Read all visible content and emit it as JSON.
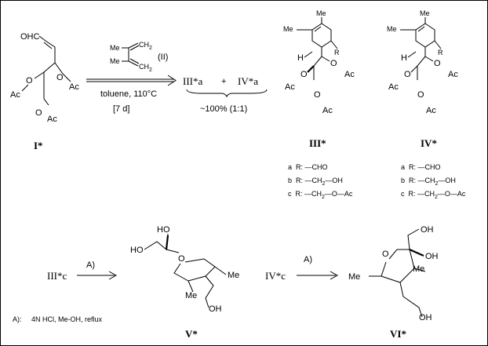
{
  "compound1": {
    "label": "I*",
    "aldehyde": "OHC",
    "sub_oac_right": "O",
    "sub_ac_right": "Ac",
    "sub_o_left": "O",
    "sub_ac_left": "Ac",
    "sub_o_bottom": "O",
    "sub_ac_bottom": "Ac"
  },
  "reagent": {
    "me_top": "Me",
    "me_bottom": "Me",
    "ch2_top": "CH",
    "ch2_top_sub": "2",
    "ch2_bottom": "CH",
    "ch2_bottom_sub": "2",
    "label": "(II)",
    "solvent": "toluene, 110°C",
    "time": "[7 d]"
  },
  "product_mix": {
    "a1": "III*a",
    "plus": "+",
    "a2": "IV*a",
    "yield": "~100% (1:1)"
  },
  "compound3": {
    "label": "III*",
    "me_top": "Me",
    "me_left": "Me",
    "r": "R",
    "h": "H",
    "o1": "O",
    "ac1": "Ac",
    "o2": "O",
    "ac2": "Ac",
    "o3": "O",
    "ac3": "Ac"
  },
  "compound4": {
    "label": "IV*",
    "me_top": "Me",
    "me_left": "Me",
    "r": "R",
    "h": "H",
    "o1": "O",
    "ac1": "Ac",
    "o2": "O",
    "ac2": "Ac",
    "o3": "O",
    "ac3": "Ac"
  },
  "r_groups": {
    "a_letter": "a",
    "a_text": "R: —CHO",
    "b_letter": "b",
    "b_text": "R: —CH",
    "b_sub": "2",
    "b_tail": "—OH",
    "c_letter": "c",
    "c_text": "R: —CH",
    "c_sub": "2",
    "c_tail": "—O—Ac"
  },
  "reaction5": {
    "start": "III*c",
    "condition": "A)",
    "product_label": "V*",
    "ho_top": "HO",
    "ho_left": "HO",
    "o_bridge": "O",
    "me_right": "Me",
    "me_bottom": "Me",
    "oh_bottom": "OH"
  },
  "reaction6": {
    "start": "IV*c",
    "condition": "A)",
    "product_label": "VI*",
    "oh_top": "OH",
    "oh_right": "OH",
    "o_bridge": "O",
    "me_left": "Me",
    "me_right": "Me",
    "oh_bottom": "OH"
  },
  "footnote": {
    "key": "A):",
    "text": "4N HCl, Me-OH, reflux"
  }
}
